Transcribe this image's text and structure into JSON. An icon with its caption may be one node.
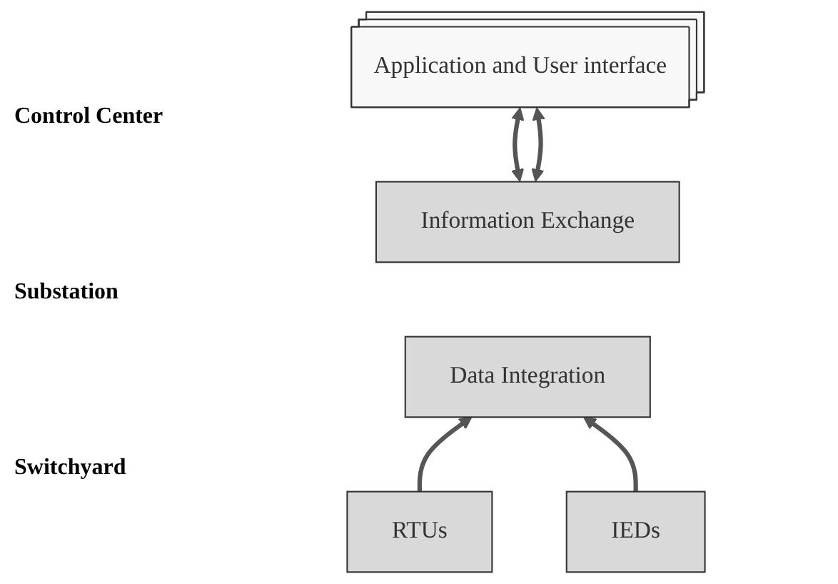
{
  "diagram": {
    "nodes": [
      {
        "text": [
          "Application and User interface"
        ]
      },
      {
        "text": [
          "Information Exchange"
        ]
      },
      {
        "text": [
          "Data Integration"
        ]
      },
      {
        "text": [
          "RTUs"
        ]
      },
      {
        "text": [
          "IEDs"
        ]
      }
    ],
    "edges": [
      {
        "from": 1,
        "to": 0,
        "arrow": "both"
      },
      {
        "from": 1,
        "to": 0,
        "arrow": "both"
      },
      {
        "from": 3,
        "to": 2,
        "arrow": "to"
      },
      {
        "from": 4,
        "to": 2,
        "arrow": "to"
      }
    ],
    "labels": [
      "Control Center",
      "Substation",
      "Switchyard"
    ]
  }
}
